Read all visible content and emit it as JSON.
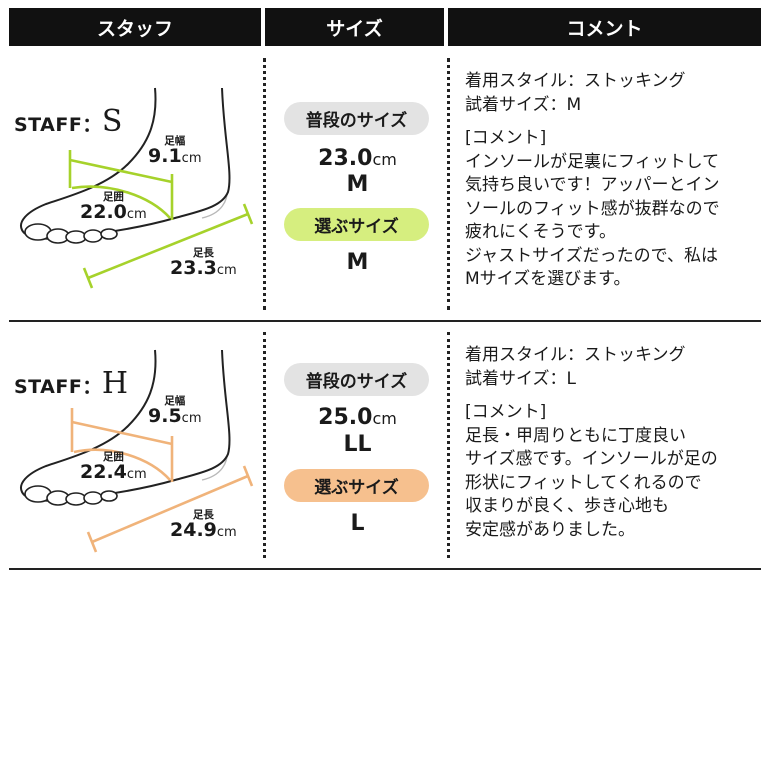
{
  "header": {
    "staff": "スタッフ",
    "size": "サイズ",
    "comment": "コメント"
  },
  "common": {
    "staff_prefix": "STAFF：",
    "usual_size_label": "普段のサイズ",
    "chosen_size_label": "選ぶサイズ",
    "width_label": "足幅",
    "girth_label": "足囲",
    "length_label": "足長",
    "unit": "cm"
  },
  "rows": [
    {
      "letter": "S",
      "accent": "#a6d22b",
      "width": "9.1",
      "girth": "22.0",
      "length": "23.3",
      "usual_size_cm": "23.0",
      "usual_size": "M",
      "chosen_size": "M",
      "comment_lines": [
        "着用スタイル：ストッキング",
        "試着サイズ：M",
        "",
        "[コメント]",
        "インソールが足裏にフィットして",
        "気持ち良いです！アッパーとイン",
        "ソールのフィット感が抜群なので",
        "疲れにくそうです。",
        "ジャストサイズだったので、私は",
        "Mサイズを選びます。"
      ]
    },
    {
      "letter": "H",
      "accent": "#f0b37a",
      "width": "9.5",
      "girth": "22.4",
      "length": "24.9",
      "usual_size_cm": "25.0",
      "usual_size": "LL",
      "chosen_size": "L",
      "comment_lines": [
        "着用スタイル：ストッキング",
        "試着サイズ：L",
        "",
        "[コメント]",
        "足長・甲周りともに丁度良い",
        "サイズ感です。インソールが足の",
        "形状にフィットしてくれるので",
        "収まりが良く、歩き心地も",
        "安定感がありました。"
      ]
    }
  ]
}
